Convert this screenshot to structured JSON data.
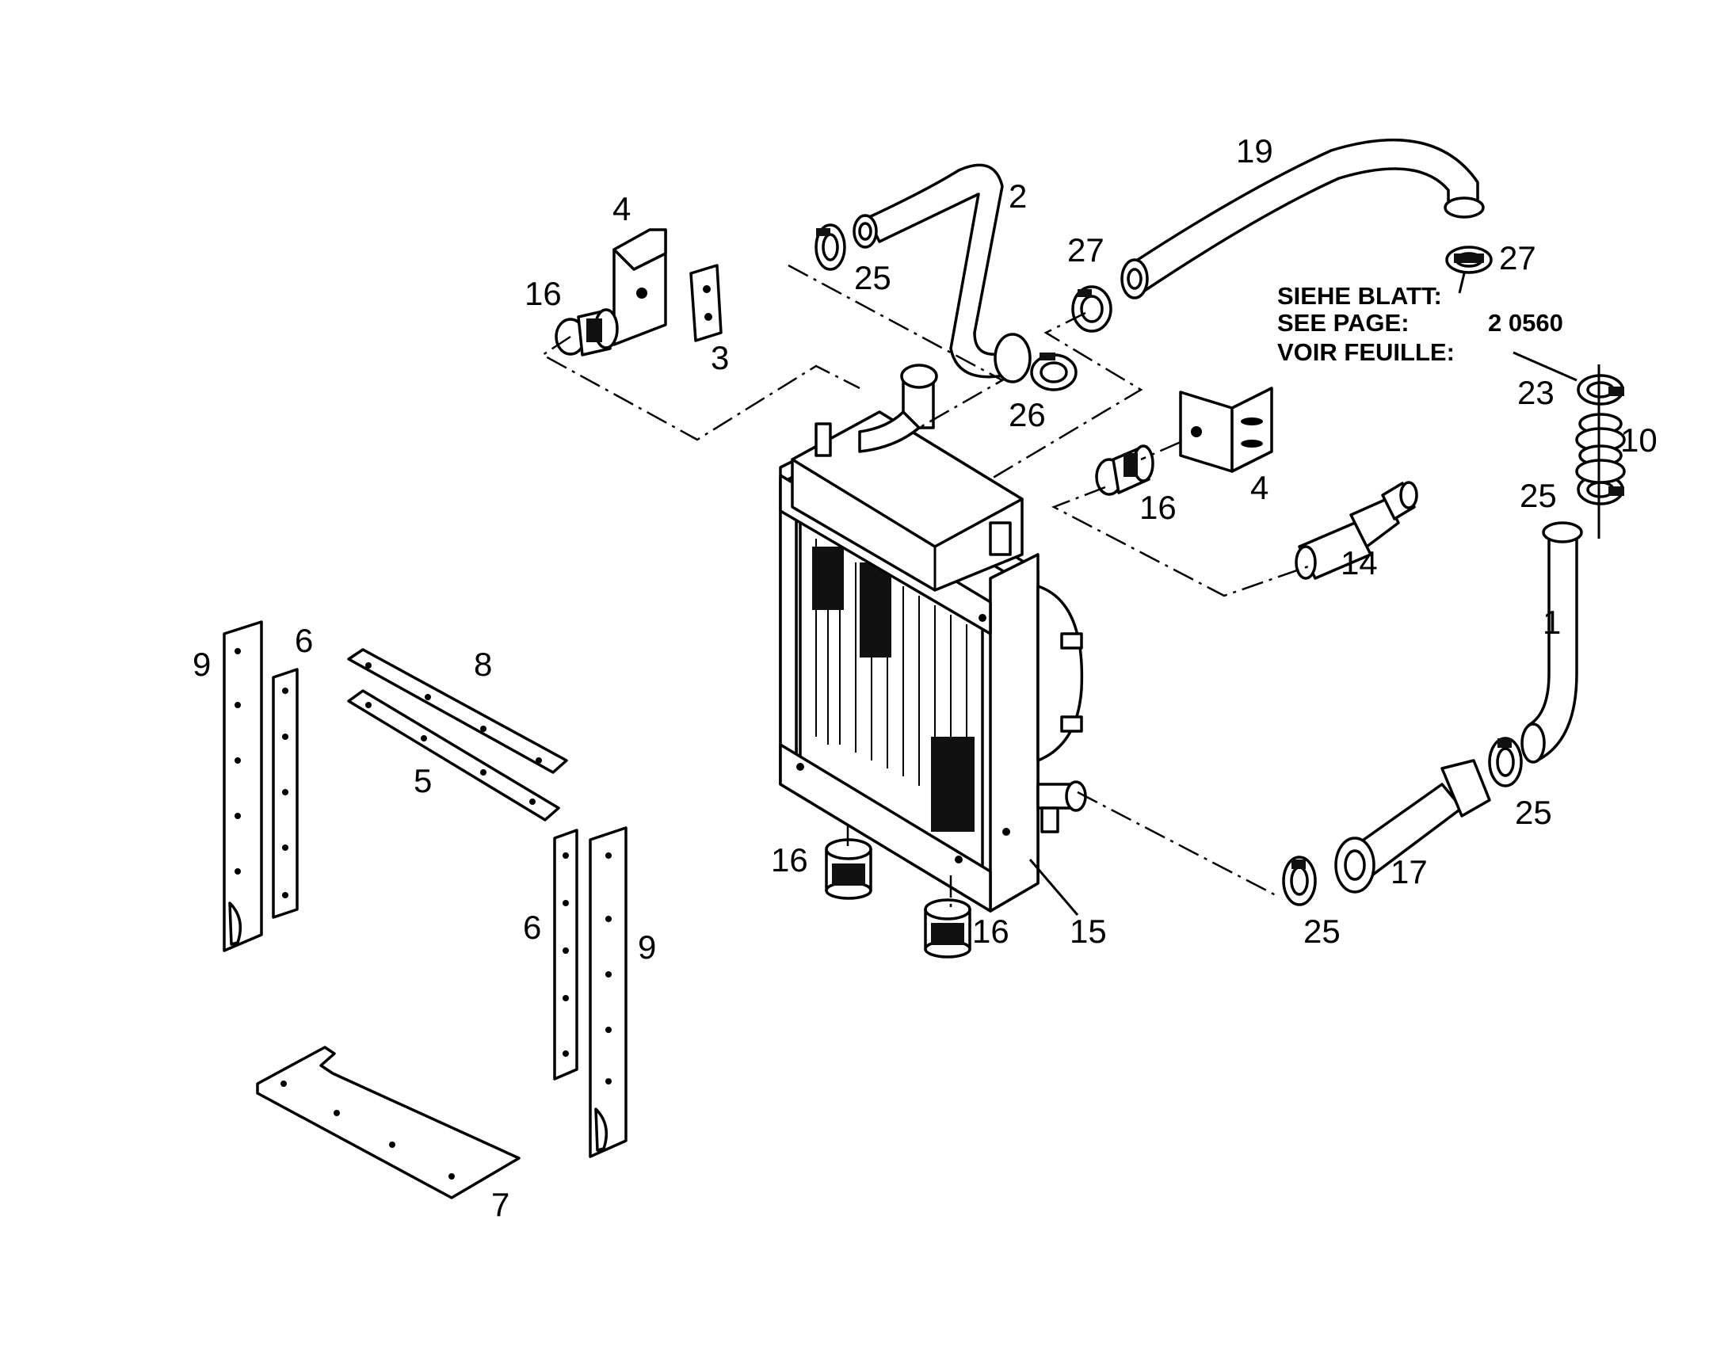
{
  "reference_note": {
    "line1": "SIEHE BLATT:",
    "line2": "SEE PAGE:",
    "line3": "VOIR FEUILLE:",
    "page_number": "2 0560"
  },
  "callouts": {
    "c1": "1",
    "c2": "2",
    "c3": "3",
    "c4a": "4",
    "c4b": "4",
    "c5": "5",
    "c6a": "6",
    "c6b": "6",
    "c7": "7",
    "c8": "8",
    "c9a": "9",
    "c9b": "9",
    "c10": "10",
    "c14": "14",
    "c15": "15",
    "c16a": "16",
    "c16b": "16",
    "c16c": "16",
    "c16d": "16",
    "c17": "17",
    "c19": "19",
    "c23": "23",
    "c25a": "25",
    "c25b": "25",
    "c25c": "25",
    "c25d": "25",
    "c26": "26",
    "c27a": "27",
    "c27b": "27"
  }
}
